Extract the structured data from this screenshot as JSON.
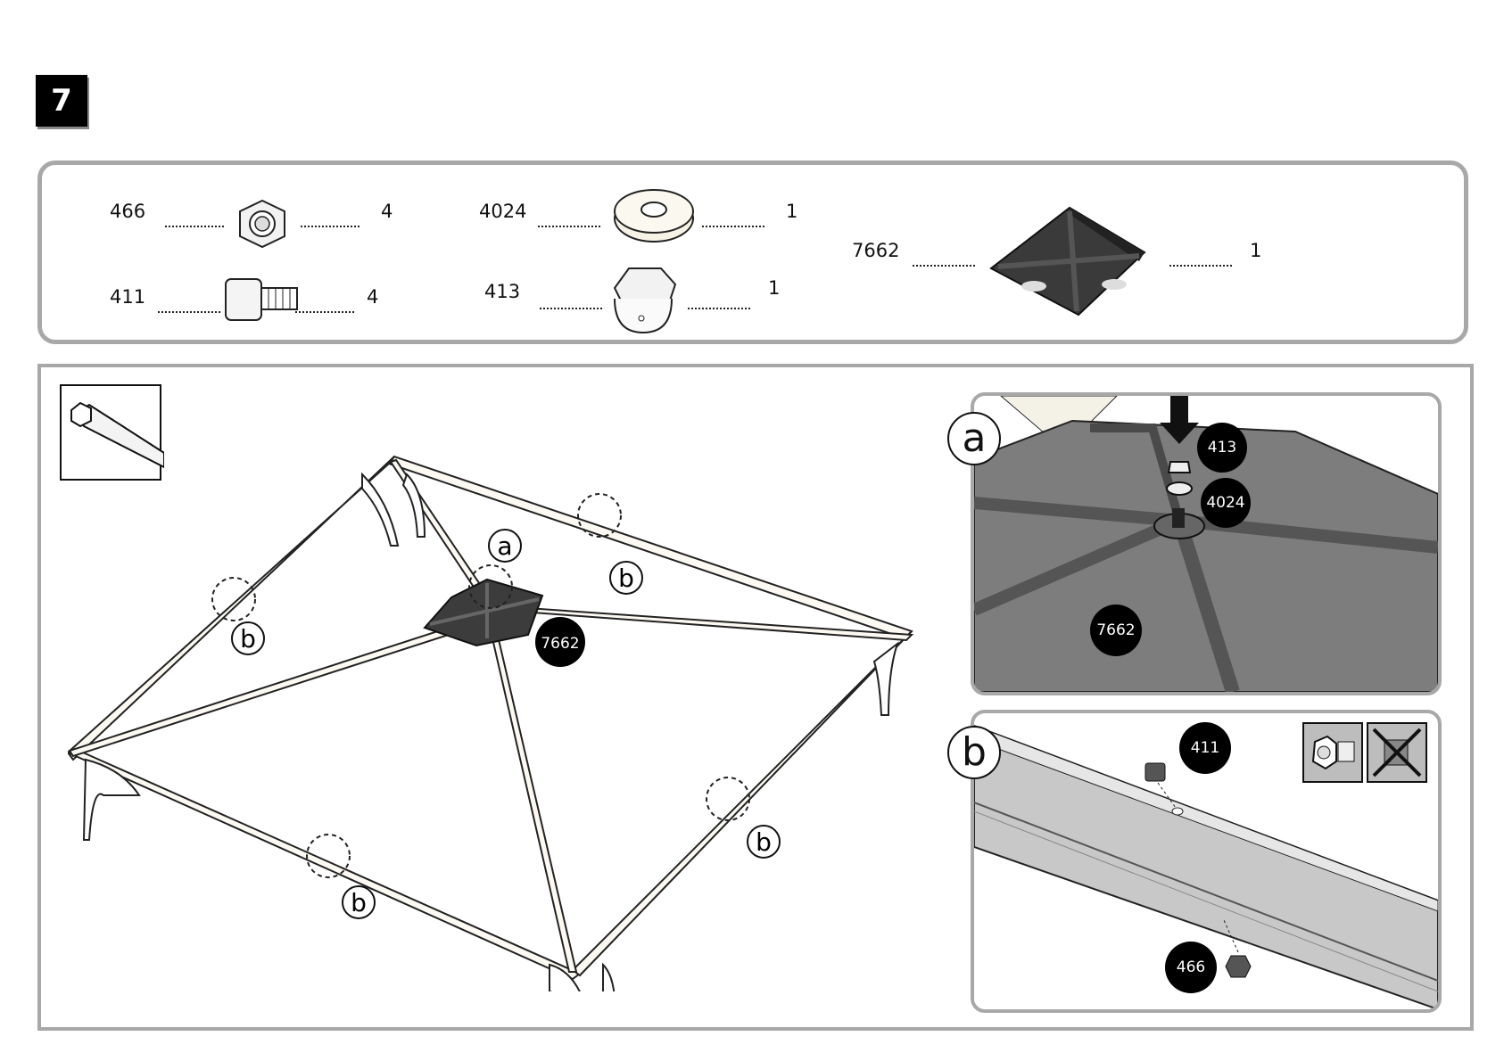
{
  "step": {
    "number": "7"
  },
  "parts": [
    {
      "id": "466",
      "qty": "4",
      "icon": "hex-nut-icon"
    },
    {
      "id": "411",
      "qty": "4",
      "icon": "square-bolt-icon"
    },
    {
      "id": "4024",
      "qty": "1",
      "icon": "washer-icon"
    },
    {
      "id": "413",
      "qty": "1",
      "icon": "cap-nut-icon"
    },
    {
      "id": "7662",
      "qty": "1",
      "icon": "roof-cap-icon"
    }
  ],
  "main": {
    "tool_icon": "hex-key-icon",
    "callouts": {
      "a": "a",
      "b": "b",
      "roof_cap_label": "7662"
    }
  },
  "detail_a": {
    "letter": "a",
    "label_413": "413",
    "label_4024": "4024",
    "label_7662": "7662"
  },
  "detail_b": {
    "letter": "b",
    "label_411": "411",
    "label_466": "466",
    "correct_icon": "bolt-nut-correct-icon",
    "incorrect_icon": "bolt-nut-incorrect-icon"
  }
}
